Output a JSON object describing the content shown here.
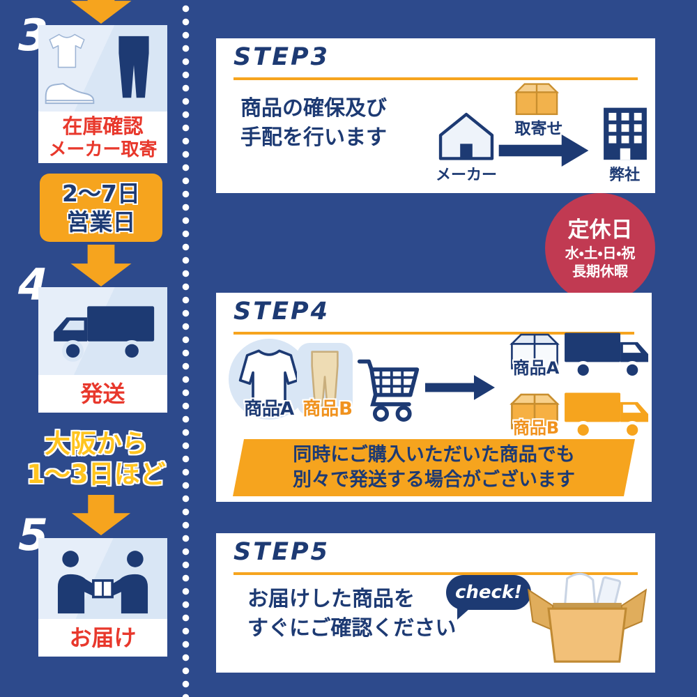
{
  "colors": {
    "bg": "#2d4a8c",
    "dark_blue": "#1d3a73",
    "gold": "#f6a41e",
    "red_text": "#e8382c",
    "crimson": "#c13a52",
    "tile_blue": "#d9e6f5"
  },
  "left": {
    "step3": {
      "number": "3",
      "label_line1": "在庫確認",
      "label_line2": "メーカー取寄",
      "badge_line1": "2〜7日",
      "badge_line2": "営業日"
    },
    "step4": {
      "number": "4",
      "label": "発送",
      "note_line1": "大阪から",
      "note_line2": "1〜3日ほど"
    },
    "step5": {
      "number": "5",
      "label": "お届け"
    }
  },
  "step3_card": {
    "title": "STEP3",
    "line1": "商品の確保及び",
    "line2": "手配を行います",
    "maker_label": "メーカー",
    "transfer_label": "取寄せ",
    "company_label": "弊社"
  },
  "holiday_badge": {
    "title": "定休日",
    "days": "水・土・日・祝",
    "vacation": "長期休暇"
  },
  "step4_card": {
    "title": "STEP4",
    "item_a_label": "商品A",
    "item_b_label": "商品B",
    "shipped_a_label": "商品A",
    "shipped_b_label": "商品B",
    "banner_line1": "同時にご購入いただいた商品でも",
    "banner_line2": "別々で発送する場合がございます"
  },
  "step5_card": {
    "title": "STEP5",
    "line1": "お届けした商品を",
    "line2": "すぐにご確認ください",
    "check_label": "check!"
  }
}
